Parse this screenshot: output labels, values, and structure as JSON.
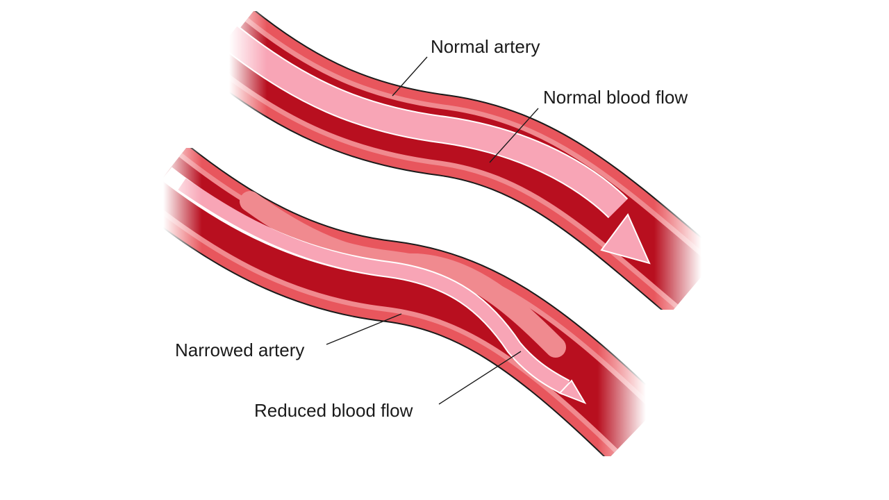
{
  "labels": {
    "normal_artery": "Normal artery",
    "normal_flow": "Normal blood flow",
    "narrowed_artery": "Narrowed artery",
    "reduced_flow": "Reduced blood flow"
  },
  "colors": {
    "vessel_outer": "#e8565d",
    "vessel_wall": "#f08a8f",
    "vessel_lumen": "#b80f1f",
    "flow": "#f8a5b6",
    "outline": "#1a1a1a"
  }
}
